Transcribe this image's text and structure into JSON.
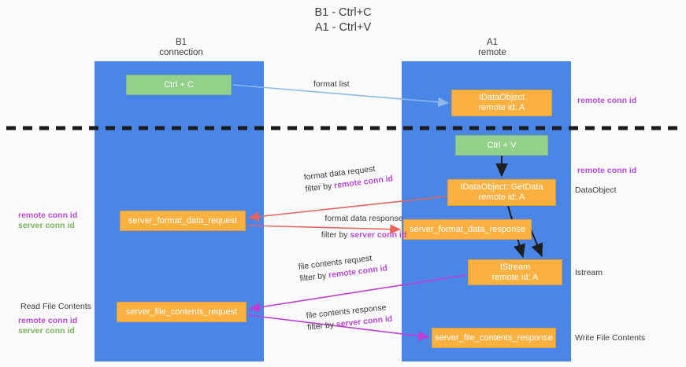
{
  "title": "B1 - Ctrl+C\nA1 - Ctrl+V",
  "columns": {
    "left": "B1\nconnection",
    "right": "A1\nremote"
  },
  "nodes": {
    "ctrl_c": "Ctrl + C",
    "idataobject_line1": "IDataObject",
    "idataobject_line2": "remote id: A",
    "ctrl_v": "Ctrl + V",
    "getdata_line1": "IDataObject::GetData",
    "getdata_line2": "remote id: A",
    "server_format_data_request": "server_format_data_request",
    "server_format_data_response": "server_format_data_response",
    "istream_line1": "IStream",
    "istream_line2": "remote id: A",
    "server_file_contents_request": "server_file_contents_request",
    "server_file_contents_response": "server_file_contents_response"
  },
  "side_labels": {
    "remote_conn_id_top": "remote conn id",
    "remote_conn_id_mid": "remote conn id",
    "dataobject": "DataObject",
    "istream": "Istream",
    "write_file_contents": "Write File Contents",
    "read_file_contents": "Read File Contents"
  },
  "legend": {
    "remote_conn_id": "remote conn id",
    "server_conn_id": "server conn id"
  },
  "edges": {
    "format_list": "format list",
    "format_data_request_l1": "format data request",
    "format_data_request_filter_prefix": "filter by ",
    "format_data_request_filter_key": "remote conn id",
    "format_data_response_l1": "format data response",
    "format_data_response_filter_prefix": "filter by ",
    "format_data_response_filter_key": "server conn id",
    "file_contents_request_l1": "file contents request",
    "file_contents_request_filter_prefix": "filter by ",
    "file_contents_request_filter_key": "remote conn id",
    "file_contents_response_l1": "file contents response",
    "file_contents_response_filter_prefix": "filter by ",
    "file_contents_response_filter_key": "server conn id"
  },
  "colors": {
    "lane": "#4a86e8",
    "green_node": "#93d18b",
    "orange_node": "#fbb040",
    "remote_key": "#b64bd4",
    "server_key": "#7ab55c",
    "arrow_blue": "#8cb9e8",
    "arrow_red": "#e8645a",
    "arrow_magenta": "#c23bd4",
    "arrow_dark": "#1f1f1f",
    "divider": "#1a1a1a",
    "background": "#fafafa"
  }
}
